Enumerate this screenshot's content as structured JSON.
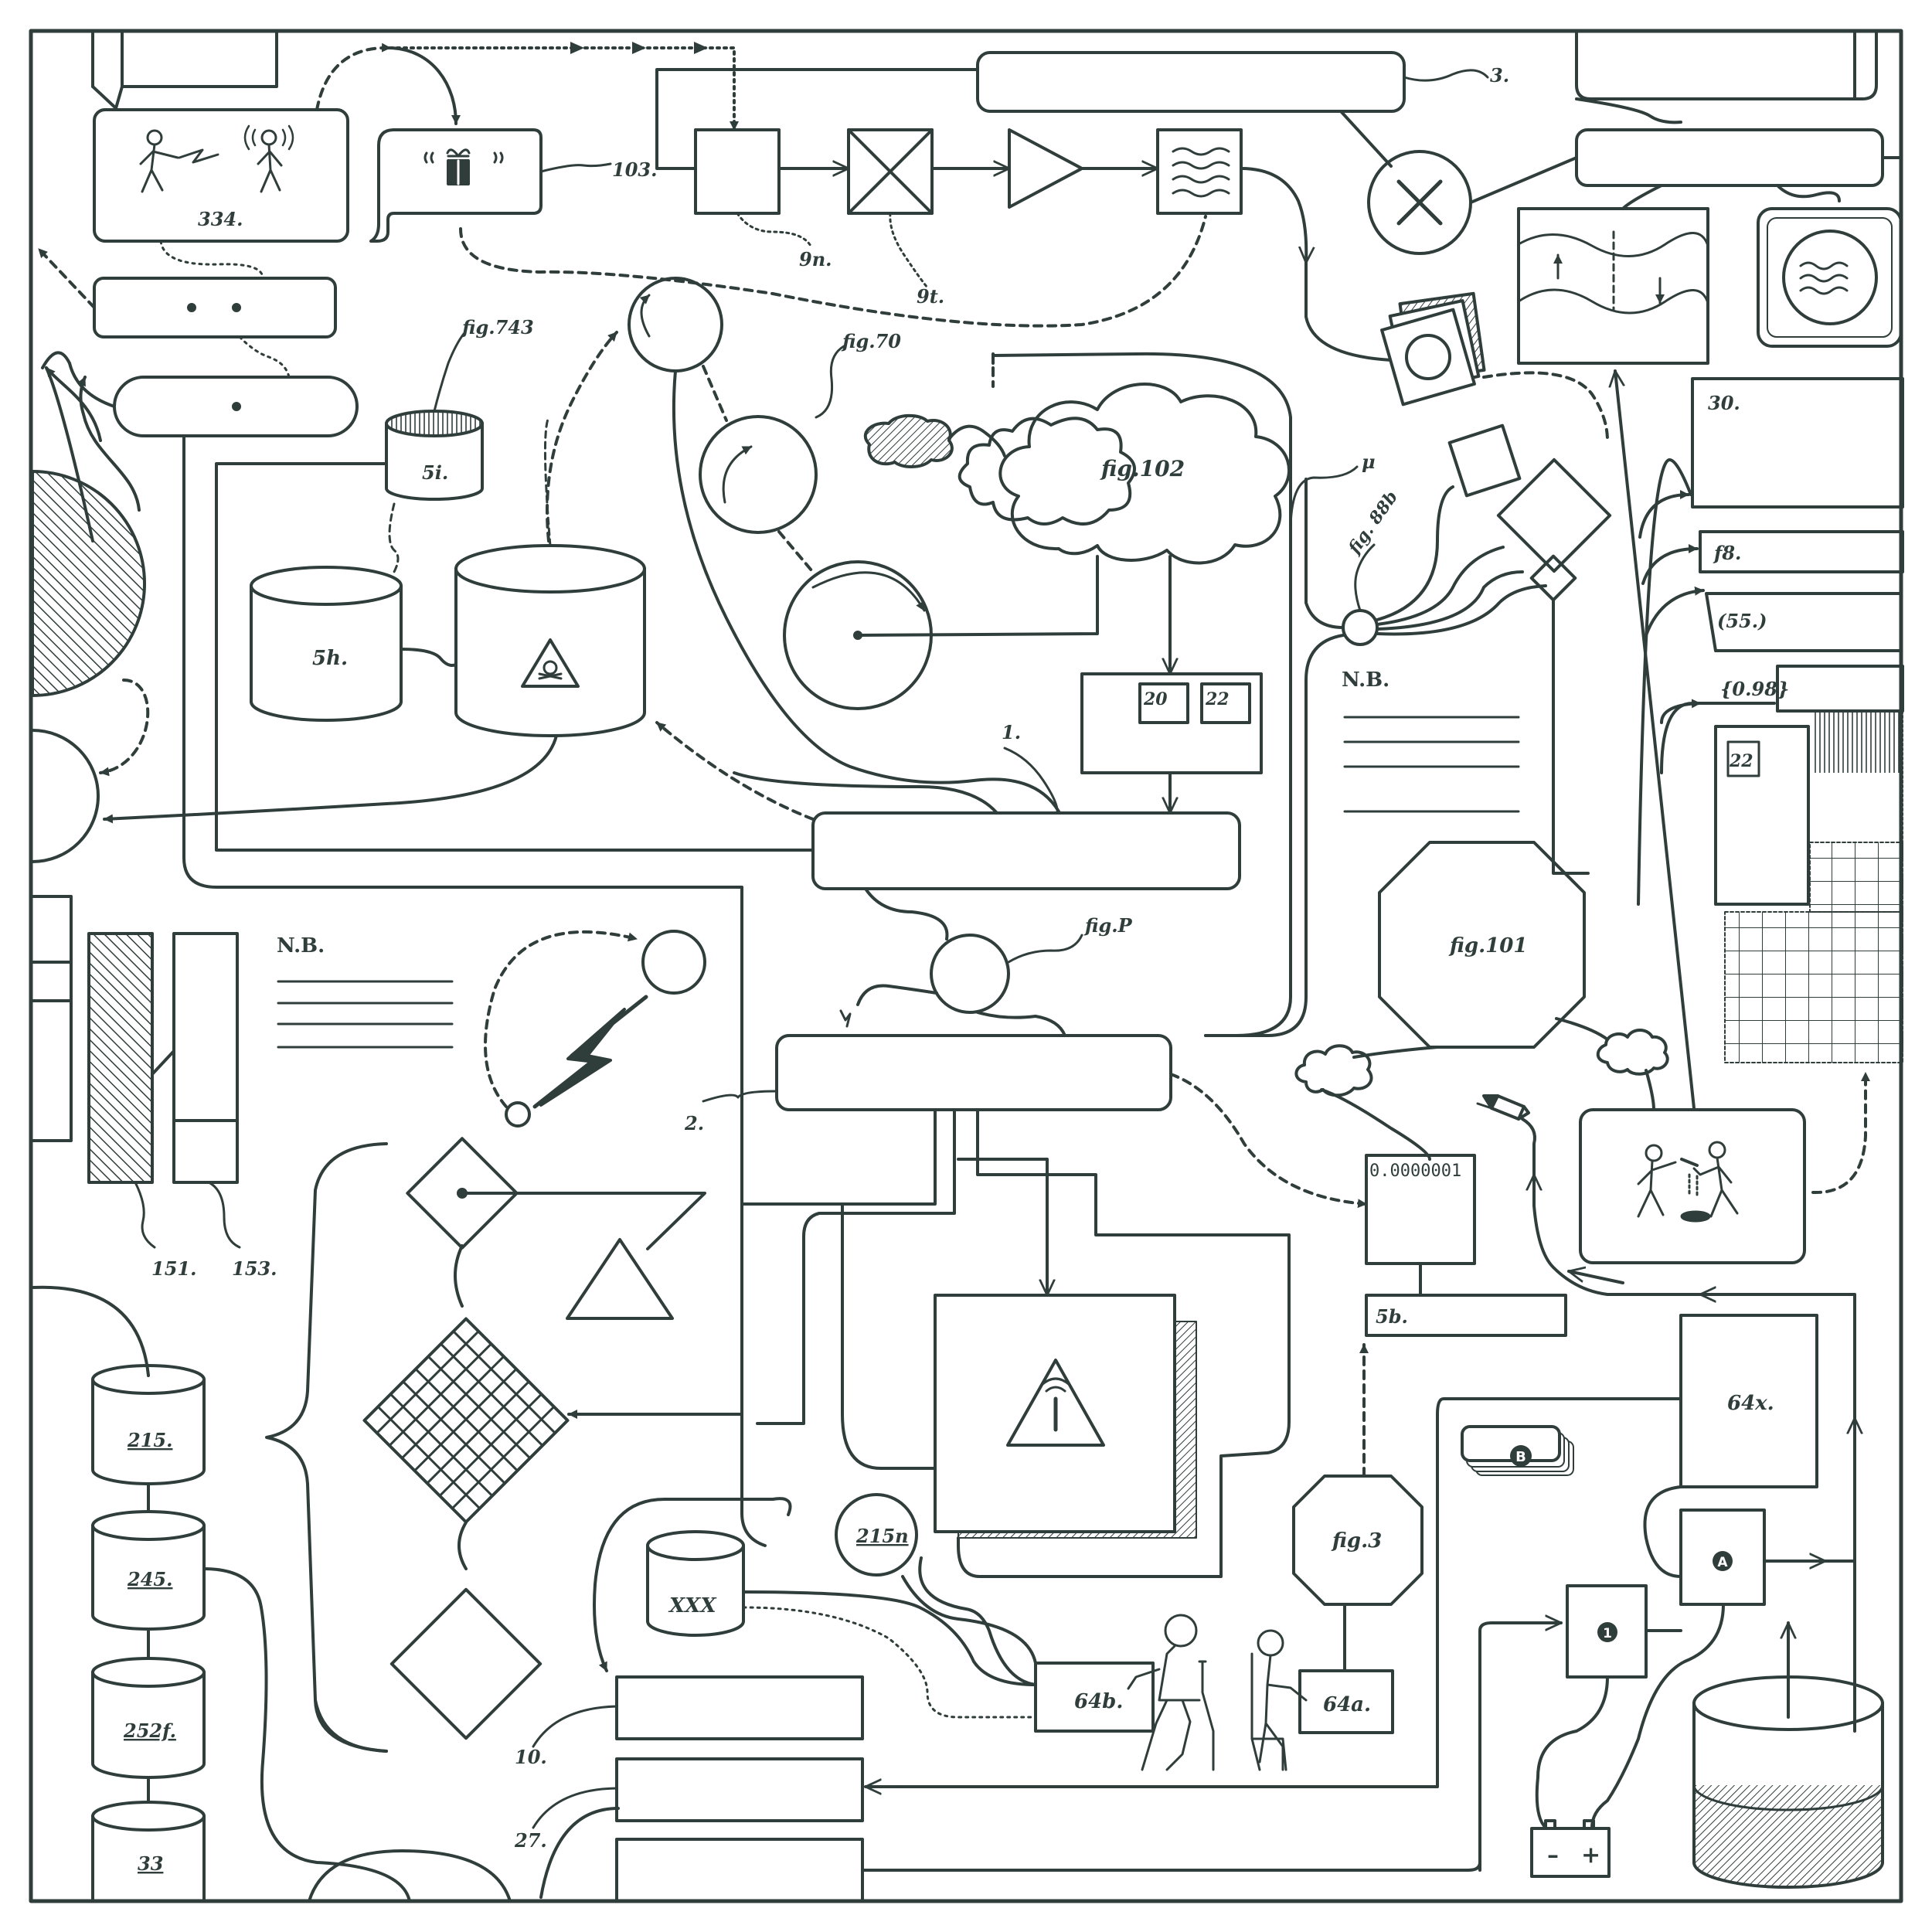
{
  "colors": {
    "ink": "#2f3d3b",
    "paper": "#ffffff"
  },
  "labels": {
    "l_3": "3.",
    "l_334": "334.",
    "l_103": "103.",
    "l_9n": "9n.",
    "l_9t": "9t.",
    "l_fig743": "fig.743",
    "l_5i": "5i.",
    "l_5h": "5h.",
    "l_fig70": "fig.70",
    "l_fig102": "fig.102",
    "l_mu": "μ",
    "l_fig88b": "fig. 88b",
    "l_nb_right": "N.B.",
    "l_30": "30.",
    "l_f8": "f8.",
    "l_55": "(55.)",
    "l_098": "{0.98}",
    "l_22a": "22",
    "l_20": "20",
    "l_22b": "22",
    "l_1": "1.",
    "l_figP": "fig.P",
    "l_2": "2.",
    "l_fig101": "fig.101",
    "l_nb_left": "N.B.",
    "l_151": "151.",
    "l_153": "153.",
    "l_readout": "0.0000001",
    "l_5b": "5b.",
    "l_64x": "64x.",
    "l_btnB": "B",
    "l_btnA": "A",
    "l_btn1": "1",
    "l_215": "215.",
    "l_245": "245.",
    "l_252f": "252f.",
    "l_33": "33",
    "l_215n": "215n",
    "l_xxx": "XXX",
    "l_fig3": "fig.3",
    "l_64b": "64b.",
    "l_64a": "64a.",
    "l_10": "10.",
    "l_27": "27.",
    "l_minus": "–",
    "l_plus": "+"
  },
  "icons": {
    "walkers_signal": "person-zapping-person-icon",
    "gift": "gift-icon",
    "multiply": "multiply-icon",
    "sound_waves": "sound-waves-icon",
    "hazard_skull": "skull-hazard-icon",
    "hazard_antenna": "antenna-hazard-icon",
    "lightning": "lightning-icon",
    "pencil": "pencil-icon",
    "figures_spill": "person-spill-icon",
    "battery": "battery-icon",
    "workers": "seated-workers-icon"
  }
}
